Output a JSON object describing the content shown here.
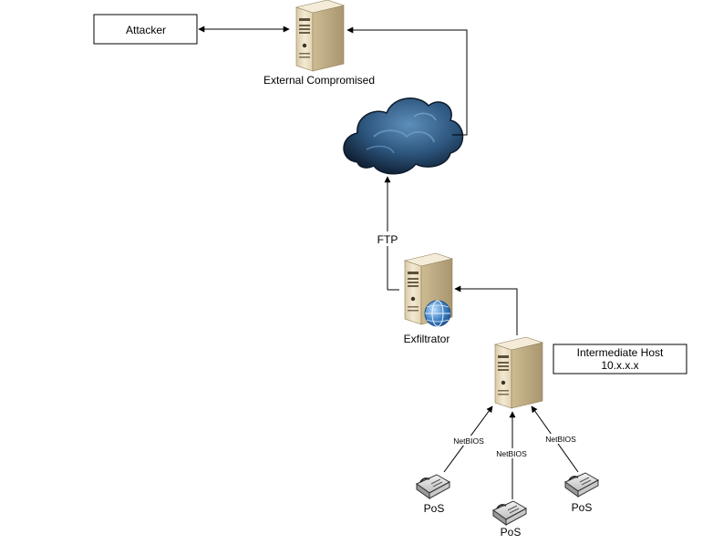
{
  "nodes": {
    "attacker": {
      "label": "Attacker"
    },
    "external": {
      "label": "External Compromised"
    },
    "exfiltrator": {
      "label": "Exfiltrator"
    },
    "intermediate": {
      "label_line1": "Intermediate Host",
      "label_line2": "10.x.x.x"
    },
    "pos_left": {
      "label": "PoS"
    },
    "pos_center": {
      "label": "PoS"
    },
    "pos_right": {
      "label": "PoS"
    }
  },
  "links": {
    "ftp": {
      "label": "FTP"
    },
    "netbios_left": {
      "label": "NetBIOS"
    },
    "netbios_center": {
      "label": "NetBIOS"
    },
    "netbios_right": {
      "label": "NetBIOS"
    }
  },
  "colors": {
    "server_body": "#e9dcbf",
    "server_shadow": "#b8a680",
    "cloud_dark": "#0d1b2c",
    "cloud_light": "#4e80ab",
    "globe": "#3d7fc1"
  },
  "icons": [
    "server-icon",
    "cloud-icon",
    "globe-icon",
    "pos-terminal-icon"
  ]
}
